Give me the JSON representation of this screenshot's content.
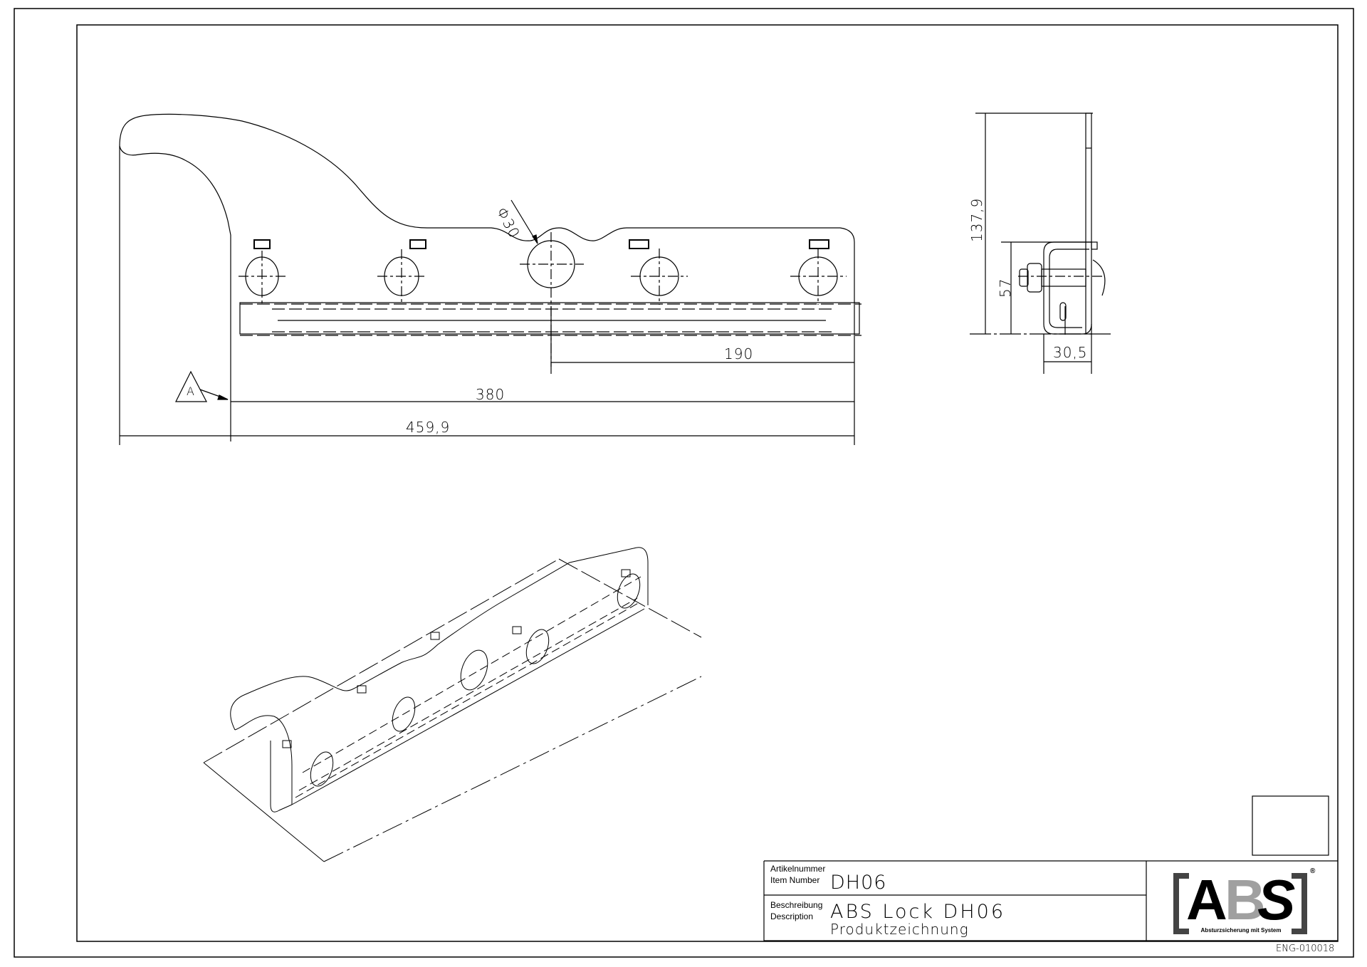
{
  "sheet": {
    "drawing_number": "ENG-010018"
  },
  "front_view": {
    "dimensions": {
      "hole_diameter": "Φ30",
      "offset_190": "190",
      "length_380": "380",
      "overall_length": "459,9"
    },
    "datum_label": "A"
  },
  "side_view": {
    "dimensions": {
      "height": "137,9",
      "bracket_height": "57",
      "width": "30,5"
    }
  },
  "title_block": {
    "item_number_label_de": "Artikelnummer",
    "item_number_label_en": "Item Number",
    "item_number": "DH06",
    "description_label_de": "Beschreibung",
    "description_label_en": "Description",
    "description": "ABS Lock DH06",
    "subtitle": "Produktzeichnung"
  },
  "logo": {
    "letters": [
      "A",
      "B",
      "S"
    ],
    "tagline": "Absturzsicherung mit System",
    "registered": "®",
    "colors": {
      "dark": "#000000",
      "gray": "#a0a0a0",
      "bracket": "#444444"
    }
  }
}
